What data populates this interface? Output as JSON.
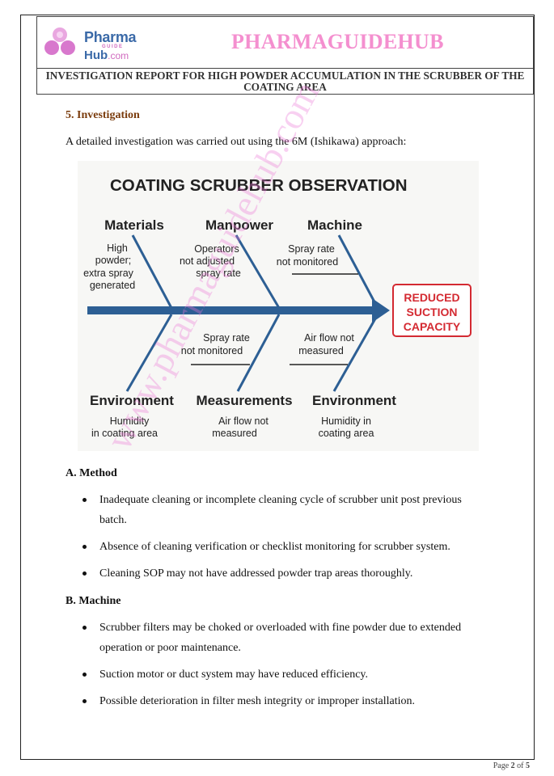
{
  "header": {
    "logo_line1": "Pharma",
    "logo_sub": "GUIDE",
    "logo_line2": "Hub",
    "logo_suffix": ".com",
    "site_title": "PHARMAGUIDEHUB",
    "report_title": "INVESTIGATION REPORT FOR HIGH POWDER ACCUMULATION IN THE SCRUBBER OF THE COATING AREA"
  },
  "section": {
    "heading": "5. Investigation",
    "intro": "A detailed investigation was carried out using the 6M (Ishikawa) approach:"
  },
  "diagram": {
    "title": "COATING SCRUBBER OBSERVATION",
    "effect": [
      "REDUCED",
      "SUCTION",
      "CAPACITY"
    ],
    "top": [
      {
        "category": "Materials",
        "cause": [
          "High",
          "powder;",
          "extra spray",
          "generated"
        ]
      },
      {
        "category": "Manpower",
        "cause": [
          "Operators",
          "not adjusted",
          "spray rate"
        ]
      },
      {
        "category": "Machine",
        "cause": [
          "Spray rate",
          "not monitored"
        ]
      }
    ],
    "bottom": [
      {
        "category": "Environment",
        "cause": [
          "Humidity",
          "in coating area"
        ],
        "sub": []
      },
      {
        "category": "Measurements",
        "cause": [
          "Air flow not",
          "measured"
        ],
        "sub": [
          "Spray rate",
          "not monitored"
        ]
      },
      {
        "category": "Environment",
        "cause": [
          "Humidity in",
          "coating area"
        ],
        "sub": [
          "Air flow not",
          "measured"
        ]
      }
    ],
    "colors": {
      "spine": "#2d5f94",
      "effect": "#d42a32",
      "text": "#222222"
    }
  },
  "method": {
    "heading": "A. Method",
    "items": [
      "Inadequate cleaning or incomplete cleaning cycle of scrubber unit post previous batch.",
      "Absence of cleaning verification or checklist monitoring for scrubber system.",
      "Cleaning SOP may not have addressed powder trap areas thoroughly."
    ]
  },
  "machine": {
    "heading": "B. Machine",
    "items": [
      "Scrubber filters may be choked or overloaded with fine powder due to extended operation or poor maintenance.",
      "Suction motor or duct system may have reduced efficiency.",
      "Possible deterioration in filter mesh integrity or improper installation."
    ]
  },
  "footer": {
    "page_prefix": "Page ",
    "page_current": "2",
    "page_sep": " of ",
    "page_total": "5"
  },
  "watermark": "www.pharmaguidehub.com"
}
